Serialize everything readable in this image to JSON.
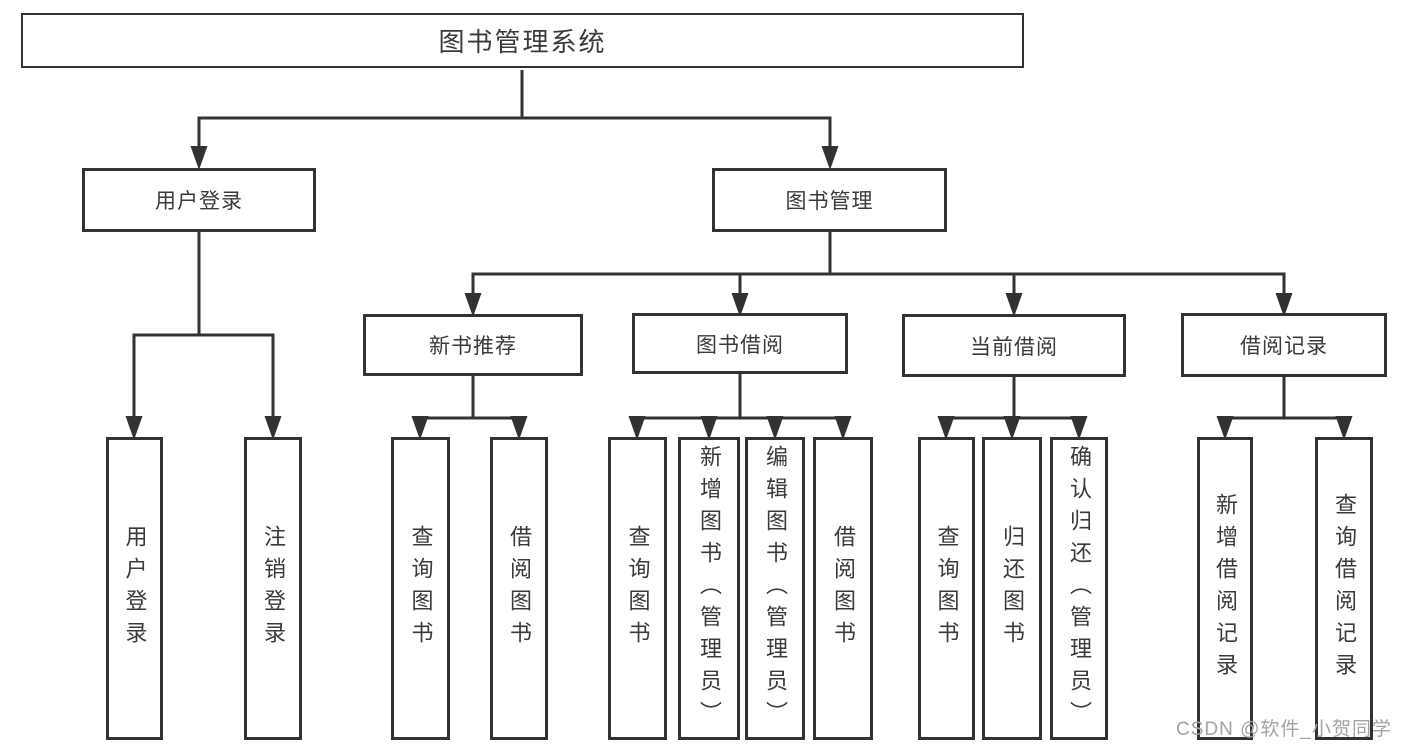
{
  "diagram": {
    "root": "图书管理系统",
    "user_login": {
      "label": "用户登录",
      "children": {
        "login": "用户登录",
        "logout": "注销登录"
      }
    },
    "book_mgmt": {
      "label": "图书管理",
      "new_books": {
        "label": "新书推荐",
        "children": {
          "query": "查询图书",
          "borrow": "借阅图书"
        }
      },
      "borrowing": {
        "label": "图书借阅",
        "children": {
          "query": "查询图书",
          "add": "新增图书（管理员）",
          "edit": "编辑图书（管理员）",
          "borrow": "借阅图书"
        }
      },
      "current": {
        "label": "当前借阅",
        "children": {
          "query": "查询图书",
          "return": "归还图书",
          "confirm": "确认归还（管理员）"
        }
      },
      "records": {
        "label": "借阅记录",
        "children": {
          "add": "新增借阅记录",
          "query": "查询借阅记录"
        }
      }
    }
  },
  "watermark": "CSDN @软件_小贺同学"
}
